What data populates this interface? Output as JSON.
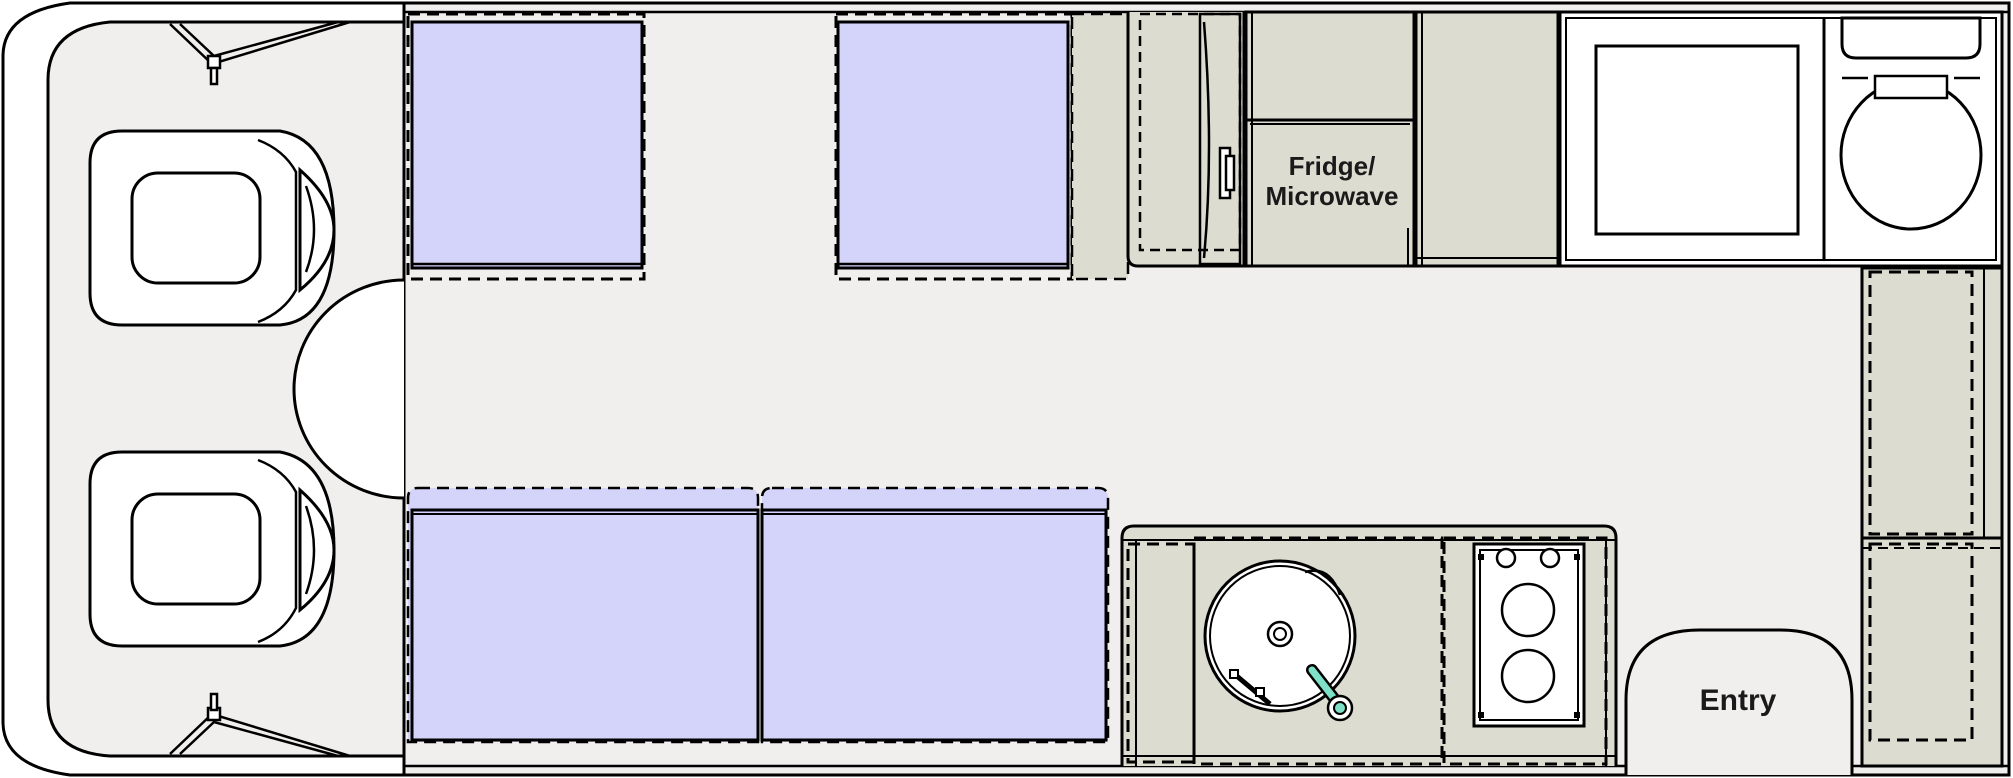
{
  "labels": {
    "fridge_line1": "Fridge/",
    "fridge_line2": "Microwave",
    "entry": "Entry"
  },
  "colors": {
    "floor": "#f1eeee",
    "fixtures": "#dcdcd0",
    "seating": "#d4d4fb",
    "tap": "#7fe0c8",
    "outline": "#000000"
  }
}
